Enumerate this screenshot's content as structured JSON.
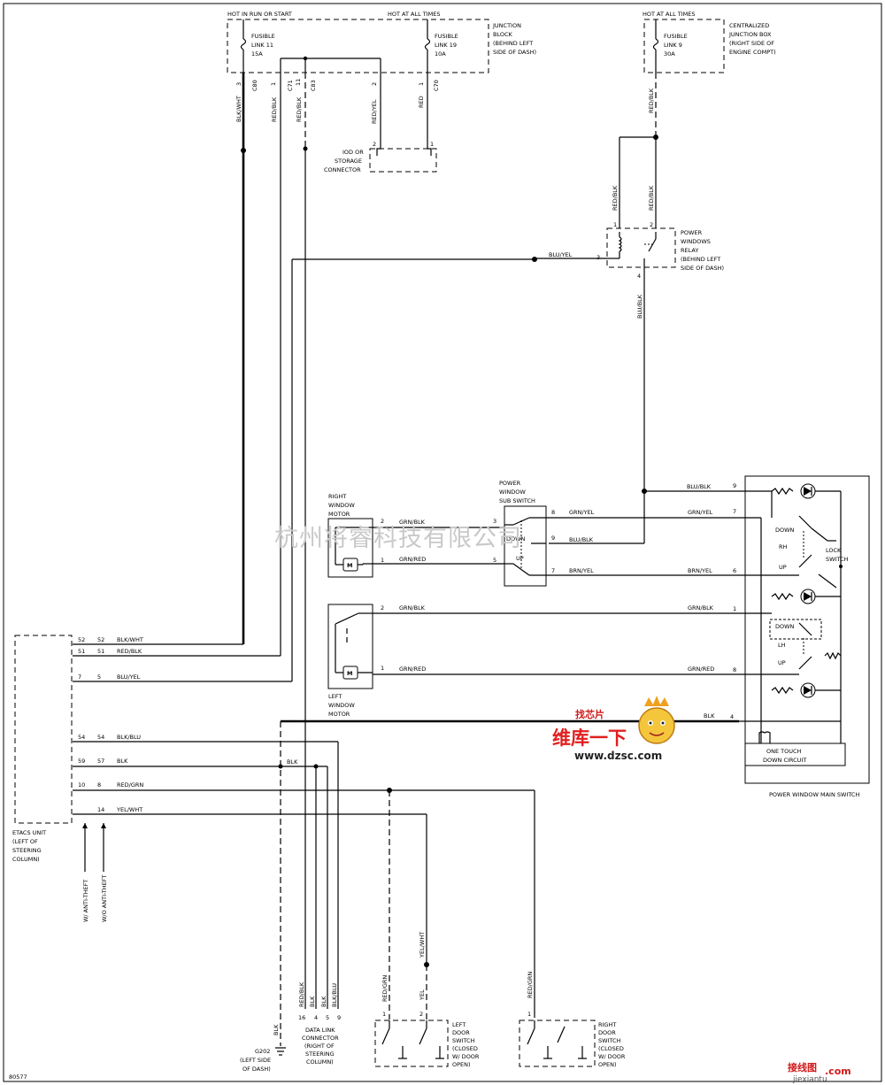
{
  "diagram_id": "80577",
  "fuses": {
    "hot_run_start": "HOT IN RUN OR START",
    "hot_all_times_1": "HOT AT ALL TIMES",
    "hot_all_times_2": "HOT AT ALL TIMES",
    "fl11": [
      "FUSIBLE",
      "LINK 11",
      "15A"
    ],
    "fl19": [
      "FUSIBLE",
      "LINK 19",
      "10A"
    ],
    "fl9": [
      "FUSIBLE",
      "LINK 9",
      "30A"
    ],
    "junction_block": [
      "JUNCTION",
      "BLOCK",
      "(BEHIND LEFT",
      "SIDE OF DASH)"
    ],
    "central_box": [
      "CENTRALIZED",
      "JUNCTION BOX",
      "(RIGHT SIDE OF",
      "ENGINE COMPT)"
    ]
  },
  "connectors": {
    "c_jb": [
      "C80",
      "C71",
      "C83",
      "C70"
    ],
    "jb_pins": [
      "3",
      "1",
      "11",
      "2",
      "1"
    ],
    "iod": [
      "IOD OR",
      "STORAGE",
      "CONNECTOR"
    ],
    "iod_pins": [
      "2",
      "1"
    ]
  },
  "wires": {
    "blk_wht": "BLK/WHT",
    "red_blk": "RED/BLK",
    "red_yel": "RED/YEL",
    "red": "RED",
    "blu_yel": "BLU/YEL",
    "blu_blk": "BLU/BLK",
    "grn_blk": "GRN/BLK",
    "grn_red": "GRN/RED",
    "grn_yel": "GRN/YEL",
    "brn_yel": "BRN/YEL",
    "blk": "BLK",
    "blk_blu": "BLK/BLU",
    "red_grn": "RED/GRN",
    "yel_wht": "YEL/WHT",
    "yel": "YEL"
  },
  "relay": {
    "label": [
      "POWER",
      "WINDOWS",
      "RELAY",
      "(BEHIND LEFT",
      "SIDE OF DASH)"
    ],
    "pins": [
      "1",
      "2",
      "3",
      "4"
    ]
  },
  "sub_switch": {
    "label": [
      "POWER",
      "WINDOW",
      "SUB SWITCH"
    ],
    "down": "DOWN",
    "up": "UP",
    "pins": [
      "3",
      "8",
      "9",
      "5",
      "7"
    ]
  },
  "right_motor": {
    "label": [
      "RIGHT",
      "WINDOW",
      "MOTOR"
    ],
    "pins": [
      "2",
      "1"
    ]
  },
  "left_motor": {
    "label": [
      "LEFT",
      "WINDOW",
      "MOTOR"
    ],
    "pins": [
      "2",
      "1"
    ]
  },
  "main_switch": {
    "label": "POWER WINDOW MAIN SWITCH",
    "lock_switch": [
      "LOCK",
      "SWITCH"
    ],
    "down": "DOWN",
    "rh": "RH",
    "lh": "LH",
    "up": "UP",
    "one_touch": [
      "ONE TOUCH",
      "DOWN CIRCUIT"
    ],
    "pins": [
      "9",
      "7",
      "6",
      "1",
      "8",
      "4"
    ]
  },
  "etacs": {
    "label": [
      "ETACS UNIT",
      "(LEFT OF",
      "STEERING",
      "COLUMN)"
    ],
    "rows": [
      {
        "a": "52",
        "b": "52",
        "wire": "BLK/WHT"
      },
      {
        "a": "51",
        "b": "51",
        "wire": "RED/BLK"
      },
      {
        "a": "7",
        "b": "5",
        "wire": "BLU/YEL"
      },
      {
        "a": "54",
        "b": "54",
        "wire": "BLK/BLU"
      },
      {
        "a": "59",
        "b": "57",
        "wire": "BLK"
      },
      {
        "a": "10",
        "b": "8",
        "wire": "RED/GRN"
      },
      {
        "a": "",
        "b": "14",
        "wire": "YEL/WHT"
      }
    ],
    "anti_theft_w": "W/ ANTI-THEFT",
    "anti_theft_wo": "W/O ANTI-THEFT"
  },
  "data_link": {
    "label": [
      "DATA LINK",
      "CONNECTOR",
      "(RIGHT OF",
      "STEERING",
      "COLUMN)"
    ],
    "pins": [
      "16",
      "4",
      "5",
      "9"
    ],
    "wires": [
      "RED/BLK",
      "BLK",
      "BLK",
      "BLK/BLU"
    ]
  },
  "ground": {
    "label": [
      "G202",
      "(LEFT SIDE",
      "OF DASH)"
    ],
    "wire": "BLK"
  },
  "left_door": {
    "label": [
      "LEFT",
      "DOOR",
      "SWITCH",
      "(CLOSED",
      "W/ DOOR",
      "OPEN)"
    ],
    "pins": [
      "1",
      "2"
    ]
  },
  "right_door": {
    "label": [
      "RIGHT",
      "DOOR",
      "SWITCH",
      "(CLOSED",
      "W/ DOOR",
      "OPEN)"
    ],
    "pins": [
      "1"
    ]
  },
  "watermarks": {
    "company": "杭州将睿科技有限公司",
    "findchip": "找芯片",
    "weiku": "维库一下",
    "dzsc": "www.dzsc.com",
    "jxt_cn": "接线图",
    "jxt_dot": ".com",
    "jxt_url": "jiexiantu"
  }
}
